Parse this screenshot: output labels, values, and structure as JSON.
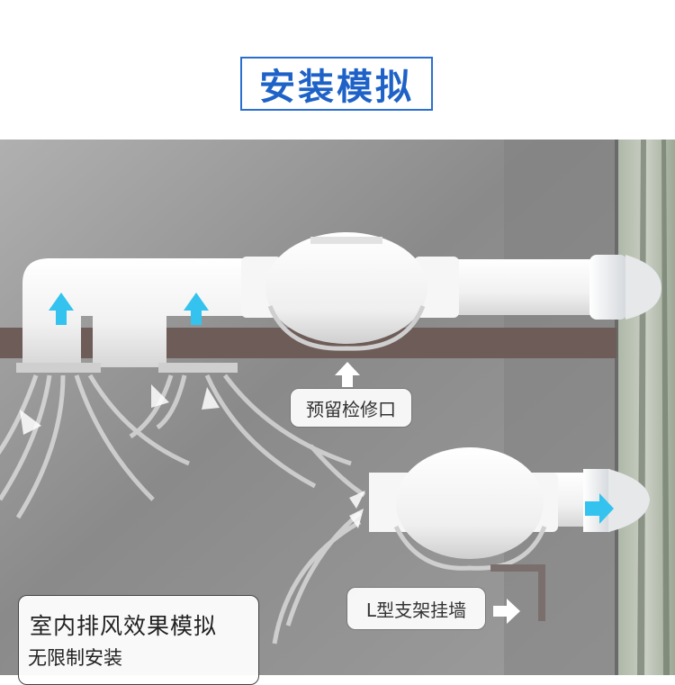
{
  "title": "安装模拟",
  "callouts": {
    "inspection_port": "预留检修口",
    "l_bracket": "L型支架挂墙"
  },
  "panel": {
    "heading": "室内排风效果模拟",
    "subheading": "无限制安装"
  },
  "colors": {
    "title_blue": "#1e62c8",
    "flow_arrow": "#33c3ee",
    "wall_gray": "#8f8f8f",
    "beam_brown": "#6e5c58"
  },
  "icons": {
    "flow": "up-arrow-icon",
    "exhaust": "right-arrow-icon",
    "pointer": "white-arrow-icon"
  }
}
